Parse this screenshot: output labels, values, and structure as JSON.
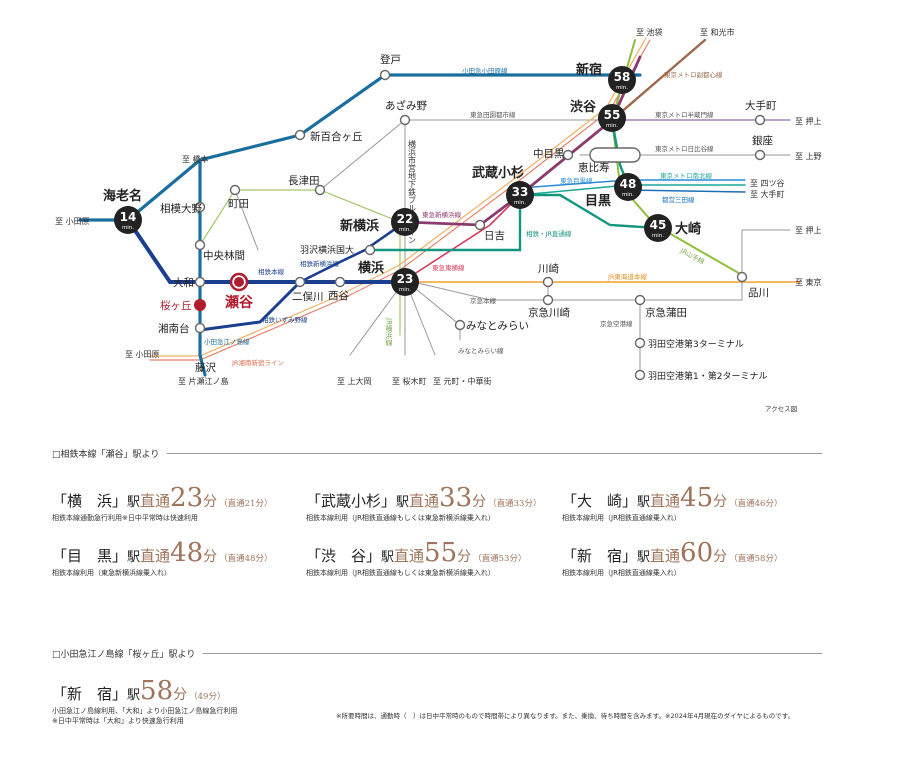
{
  "map": {
    "credit": "アクセス図",
    "hubs": [
      {
        "name": "海老名",
        "min": "14"
      },
      {
        "name": "新横浜",
        "min": "22"
      },
      {
        "name": "横浜",
        "min": "23"
      },
      {
        "name": "武蔵小杉",
        "min": "33"
      },
      {
        "name": "目黒",
        "min": "48"
      },
      {
        "name": "大崎",
        "min": "45"
      },
      {
        "name": "渋谷",
        "min": "55"
      },
      {
        "name": "新宿",
        "min": "58"
      }
    ],
    "min_unit": "min.",
    "origin": "瀬谷",
    "sakuragaoka": "桜ヶ丘",
    "stations": {
      "noborito": "登戸",
      "shinyurigaoka": "新百合ヶ丘",
      "sagamiono": "相模大野",
      "machida": "町田",
      "chuorinkan": "中央林間",
      "yamato": "大和",
      "shonandai": "湘南台",
      "fujisawa": "藤沢",
      "futamatagawa": "二俣川",
      "nishiya": "西谷",
      "hazawa": "羽沢横浜国大",
      "nagatsuta": "長津田",
      "azamino": "あざみ野",
      "hiyoshi": "日吉",
      "nakameguro": "中目黒",
      "ebisu": "恵比寿",
      "otemachi": "大手町",
      "ginza": "銀座",
      "shinagawa": "品川",
      "kawasaki": "川崎",
      "keikyukawasaki": "京急川崎",
      "keikyukamata": "京急蒲田",
      "minatomirai": "みなとみらい",
      "haneda3": "羽田空港第3ターミナル",
      "haneda12": "羽田空港第1・第2ターミナル"
    },
    "yokohama_subway_label": "横浜市営地下鉄ブルーライン",
    "jr_yokohama_label": "JR横浜線",
    "lines": {
      "odakyu": "小田急小田原線",
      "odakyu_enoshima": "小田急江ノ島線",
      "sotetsu_main": "相鉄本線",
      "sotetsu_shin": "相鉄新横浜線",
      "sotetsu_izumino": "相鉄いずみ野線",
      "tokyu_shin": "東急新横浜線",
      "tokyu_toyoko": "東急東横線",
      "tokyu_denentoshi": "東急田園都市線",
      "tokyu_meguro": "東急目黒線",
      "sotetsu_jr": "相鉄・JR直通線",
      "jr_shonan": "JR湘南新宿ライン",
      "jr_tokaido": "JR東海道本線",
      "jr_yamanote": "JR山手線",
      "keikyu_main": "京急本線",
      "keikyu_airport": "京急空港線",
      "minatomirai_line": "みなとみらい線",
      "metro_hanzomon": "東京メトロ半蔵門線",
      "metro_hibiya": "東京メトロ日比谷線",
      "metro_nanboku": "東京メトロ南北線",
      "toei_mita": "都営三田線",
      "metro_fukutoshin": "東京メトロ副都心線"
    },
    "destinations": {
      "odawara1": "至 小田原",
      "odawara2": "至 小田原",
      "hashimoto": "至 橋本",
      "katasenoshima": "至 片瀬江ノ島",
      "kamiooka": "至 上大岡",
      "sakuragicho": "至 桜木町",
      "motomachi": "至 元町・中華街",
      "ikebukuro": "至 池袋",
      "wakoshi": "至 和光市",
      "oshiage": "至 押上",
      "ueno": "至 上野",
      "yotsuya": "至 四ツ谷",
      "otemachi": "至 大手町",
      "oshiage2": "至 押上",
      "tokyo": "至 東京"
    }
  },
  "section1": {
    "heading": "□相鉄本線「瀬谷」駅より",
    "entries": [
      {
        "station": "「横　浜」",
        "eki": "駅",
        "direct": "直通",
        "num": "23",
        "fun": "分",
        "sub": "（直通21分）",
        "note": "相鉄本線通勤急行利用※日中平常時は快速利用"
      },
      {
        "station": "「武蔵小杉」",
        "eki": "駅",
        "direct": "直通",
        "num": "33",
        "fun": "分",
        "sub": "（直通33分）",
        "note": "相鉄本線利用（JR相鉄直通線もしくは東急新横浜線乗入れ）"
      },
      {
        "station": "「大　崎」",
        "eki": "駅",
        "direct": "直通",
        "num": "45",
        "fun": "分",
        "sub": "（直通46分）",
        "note": "相鉄本線利用（JR相鉄直通線乗入れ）"
      },
      {
        "station": "「目　黒」",
        "eki": "駅",
        "direct": "直通",
        "num": "48",
        "fun": "分",
        "sub": "（直通48分）",
        "note": "相鉄本線利用（東急新横浜線乗入れ）"
      },
      {
        "station": "「渋　谷」",
        "eki": "駅",
        "direct": "直通",
        "num": "55",
        "fun": "分",
        "sub": "（直通53分）",
        "note": "相鉄本線利用（JR相鉄直通線もしくは東急新横浜線乗入れ）"
      },
      {
        "station": "「新　宿」",
        "eki": "駅",
        "direct": "直通",
        "num": "60",
        "fun": "分",
        "sub": "（直通58分）",
        "note": "相鉄本線利用（JR相鉄直通線乗入れ）"
      }
    ]
  },
  "section2": {
    "heading": "□小田急江ノ島線「桜ヶ丘」駅より",
    "entry": {
      "station": "「新　宿」",
      "eki": "駅",
      "num": "58",
      "fun": "分",
      "sub": "（49分）",
      "note1": "小田急江ノ島線利用、「大和」より小田急江ノ島線急行利用",
      "note2": "※日中平常時は「大和」より快速急行利用"
    }
  },
  "footnote": "※所要時間は、通勤時（　）は日中平常時のもので時間帯により異なります。また、乗換、待ち時間を含みます。※2024年4月現在のダイヤによるものです。",
  "colors": {
    "odakyu": "#1a6fa0",
    "sotetsu": "#1a3f8f",
    "tokyu_shin": "#8a3a6e",
    "sotetsu_jr": "#12967f",
    "jr_yamanote": "#8cbf3a",
    "jr_tokaido": "#f0a030",
    "metro_hanzomon": "#8a6fa8",
    "toyoko": "#d43a5a",
    "mita": "#1c6fb8",
    "nanboku": "#19a79a",
    "fukutoshin": "#9c6a4a",
    "keikyu": "#888888",
    "accent": "#a0735a",
    "seya": "#b01c2e"
  }
}
